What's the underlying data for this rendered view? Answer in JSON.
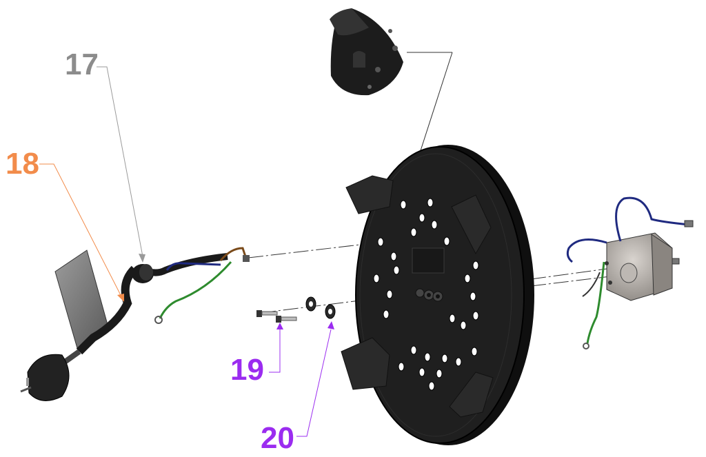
{
  "callouts": [
    {
      "label": "17",
      "color": "#8c8c8c"
    },
    {
      "label": "18",
      "color": "#f28c4b"
    },
    {
      "label": "19",
      "color": "#9b2cf0"
    },
    {
      "label": "20",
      "color": "#9b2cf0"
    }
  ],
  "colors": {
    "part_dark": "#1a1a1a",
    "part_mid": "#2e2e2e",
    "wire_green": "#2e8b2e",
    "wire_blue": "#1f2a80",
    "wire_brown": "#7a4a1a",
    "leader_dash": "#333333"
  },
  "parts": [
    {
      "name": "power-plug"
    },
    {
      "name": "plug-flag"
    },
    {
      "name": "cable-grommet"
    },
    {
      "name": "base-plate"
    },
    {
      "name": "detail-zoom"
    },
    {
      "name": "screw"
    },
    {
      "name": "washer"
    },
    {
      "name": "motor"
    }
  ]
}
